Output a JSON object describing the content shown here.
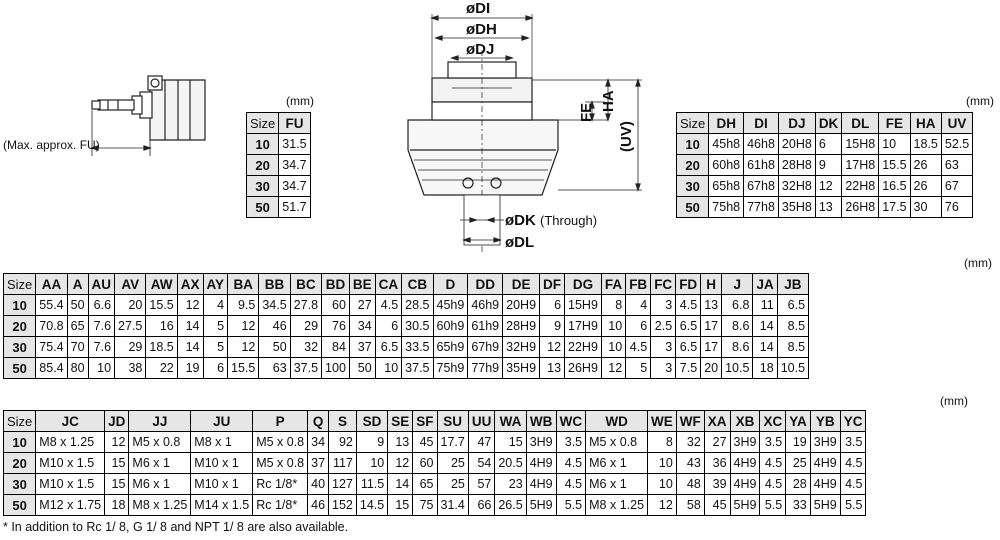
{
  "drawing": {
    "side_view": {
      "max_fu_label": "(Max. approx. FU)"
    },
    "top_view": {
      "labels": {
        "di": "øDI",
        "dh": "øDH",
        "dj": "øDJ",
        "fe": "FE",
        "ha": "HA",
        "uv": "(UV)",
        "dk": "øDK",
        "dk_note": "(Through)",
        "dl": "øDL"
      }
    }
  },
  "table_fu": {
    "unit": "(mm)",
    "headers": [
      "Size",
      "FU"
    ],
    "rows": [
      [
        "10",
        "31.5"
      ],
      [
        "20",
        "34.7"
      ],
      [
        "30",
        "34.7"
      ],
      [
        "50",
        "51.7"
      ]
    ]
  },
  "table_dims": {
    "unit": "(mm)",
    "headers": [
      "Size",
      "DH",
      "DI",
      "DJ",
      "DK",
      "DL",
      "FE",
      "HA",
      "UV"
    ],
    "rows": [
      [
        "10",
        "45h8",
        "46h8",
        "20H8",
        "6",
        "15H8",
        "10",
        "18.5",
        "52.5"
      ],
      [
        "20",
        "60h8",
        "61h8",
        "28H8",
        "9",
        "17H8",
        "15.5",
        "26",
        "63"
      ],
      [
        "30",
        "65h8",
        "67h8",
        "32H8",
        "12",
        "22H8",
        "16.5",
        "26",
        "67"
      ],
      [
        "50",
        "75h8",
        "77h8",
        "35H8",
        "13",
        "26H8",
        "17.5",
        "30",
        "76"
      ]
    ]
  },
  "table_main": {
    "unit": "(mm)",
    "headers": [
      "Size",
      "AA",
      "A",
      "AU",
      "AV",
      "AW",
      "AX",
      "AY",
      "BA",
      "BB",
      "BC",
      "BD",
      "BE",
      "CA",
      "CB",
      "D",
      "DD",
      "DE",
      "DF",
      "DG",
      "FA",
      "FB",
      "FC",
      "FD",
      "H",
      "J",
      "JA",
      "JB"
    ],
    "rows": [
      [
        "10",
        "55.4",
        "50",
        "6.6",
        "20",
        "15.5",
        "12",
        "4",
        "9.5",
        "34.5",
        "27.8",
        "60",
        "27",
        "4.5",
        "28.5",
        "45h9",
        "46h9",
        "20H9",
        "6",
        "15H9",
        "8",
        "4",
        "3",
        "4.5",
        "13",
        "6.8",
        "11",
        "6.5"
      ],
      [
        "20",
        "70.8",
        "65",
        "7.6",
        "27.5",
        "16",
        "14",
        "5",
        "12",
        "46",
        "29",
        "76",
        "34",
        "6",
        "30.5",
        "60h9",
        "61h9",
        "28H9",
        "9",
        "17H9",
        "10",
        "6",
        "2.5",
        "6.5",
        "17",
        "8.6",
        "14",
        "8.5"
      ],
      [
        "30",
        "75.4",
        "70",
        "7.6",
        "29",
        "18.5",
        "14",
        "5",
        "12",
        "50",
        "32",
        "84",
        "37",
        "6.5",
        "33.5",
        "65h9",
        "67h9",
        "32H9",
        "12",
        "22H9",
        "10",
        "4.5",
        "3",
        "6.5",
        "17",
        "8.6",
        "14",
        "8.5"
      ],
      [
        "50",
        "85.4",
        "80",
        "10",
        "38",
        "22",
        "19",
        "6",
        "15.5",
        "63",
        "37.5",
        "100",
        "50",
        "10",
        "37.5",
        "75h9",
        "77h9",
        "35H9",
        "13",
        "26H9",
        "12",
        "5",
        "3",
        "7.5",
        "20",
        "10.5",
        "18",
        "10.5"
      ]
    ]
  },
  "table_threads": {
    "unit": "(mm)",
    "headers": [
      "Size",
      "JC",
      "JD",
      "JJ",
      "JU",
      "P",
      "Q",
      "S",
      "SD",
      "SE",
      "SF",
      "SU",
      "UU",
      "WA",
      "WB",
      "WC",
      "WD",
      "WE",
      "WF",
      "XA",
      "XB",
      "XC",
      "YA",
      "YB",
      "YC"
    ],
    "rows": [
      [
        "10",
        "M8 x 1.25",
        "12",
        "M5 x 0.8",
        "M8 x 1",
        "M5 x 0.8",
        "34",
        "92",
        "9",
        "13",
        "45",
        "17.7",
        "47",
        "15",
        "3H9",
        "3.5",
        "M5 x 0.8",
        "8",
        "32",
        "27",
        "3H9",
        "3.5",
        "19",
        "3H9",
        "3.5"
      ],
      [
        "20",
        "M10 x 1.5",
        "15",
        "M6 x 1",
        "M10 x 1",
        "M5 x 0.8",
        "37",
        "117",
        "10",
        "12",
        "60",
        "25",
        "54",
        "20.5",
        "4H9",
        "4.5",
        "M6 x 1",
        "10",
        "43",
        "36",
        "4H9",
        "4.5",
        "25",
        "4H9",
        "4.5"
      ],
      [
        "30",
        "M10 x 1.5",
        "15",
        "M6 x 1",
        "M10 x 1",
        "Rc 1/8*",
        "40",
        "127",
        "11.5",
        "14",
        "65",
        "25",
        "57",
        "23",
        "4H9",
        "4.5",
        "M6 x 1",
        "10",
        "48",
        "39",
        "4H9",
        "4.5",
        "28",
        "4H9",
        "4.5"
      ],
      [
        "50",
        "M12 x 1.75",
        "18",
        "M8 x 1.25",
        "M14 x 1.5",
        "Rc 1/8*",
        "46",
        "152",
        "14.5",
        "15",
        "75",
        "31.4",
        "66",
        "26.5",
        "5H9",
        "5.5",
        "M8 x 1.25",
        "12",
        "58",
        "45",
        "5H9",
        "5.5",
        "33",
        "5H9",
        "5.5"
      ]
    ]
  },
  "footnote": "* In addition to Rc 1/ 8, G 1/ 8 and NPT 1/ 8 are also available."
}
